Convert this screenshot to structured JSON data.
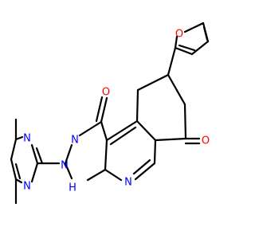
{
  "molecule": {
    "atoms": {
      "o_furan": {
        "symbol": "O",
        "color": "#ff0000"
      },
      "o_ketone_upper": {
        "symbol": "O",
        "color": "#ff0000"
      },
      "o_ketone_right": {
        "symbol": "O",
        "color": "#ff0000"
      },
      "n_pyrazole": {
        "symbol": "N",
        "color": "#0000ff"
      },
      "n_pyrazole_h": {
        "symbol": "N",
        "color": "#0000ff"
      },
      "h_pyrazole": {
        "symbol": "H",
        "color": "#0000ff"
      },
      "n_pyridine": {
        "symbol": "N",
        "color": "#0000ff"
      },
      "n_pyrimidine_upper": {
        "symbol": "N",
        "color": "#0000ff"
      },
      "n_pyrimidine_lower": {
        "symbol": "N",
        "color": "#0000ff"
      }
    },
    "bond_color": "#000000"
  }
}
